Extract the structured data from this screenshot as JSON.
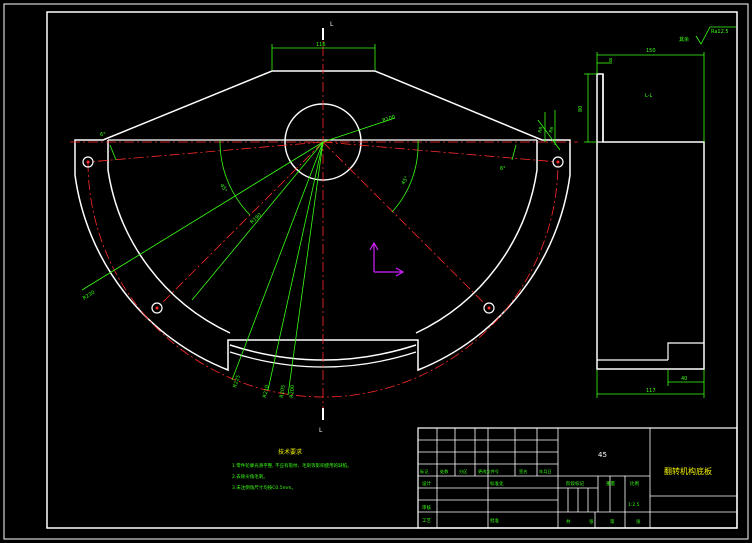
{
  "drawing": {
    "section_mark_top": "L",
    "section_mark_bottom": "L",
    "width_top": "116",
    "radius_label": "R100",
    "angle_small_left": "6°",
    "angle_small_right": "6°",
    "angle_left_big": "45°",
    "angle_right_big": "45°",
    "radius_r190": "R190",
    "radius_r230": "R230",
    "dims_fan": [
      "R225",
      "R210",
      "R205",
      "R200"
    ],
    "small_right_dims": [
      "R8",
      "R6"
    ],
    "roughness": "Ra12.5",
    "other_label": "其余",
    "side_top_width": "150",
    "side_small_dim": "8",
    "side_height": "80",
    "side_section_label": "L-L",
    "side_bottom_width": "117",
    "side_step": "40"
  },
  "notes": {
    "title": "技术要求",
    "lines": [
      "1.零件轮廓光滑平整, 不应有裂纹、毛刺等影响使用的缺陷。",
      "2.去除尖角毛刺。",
      "3.未注倒角尺寸均按C0.5mm。"
    ]
  },
  "title_block": {
    "material": "45",
    "part_name": "翻转机构底板",
    "row_labels": [
      "标记",
      "处数",
      "分区",
      "更改文件号",
      "签名",
      "年月日"
    ],
    "design_label": "设计",
    "standardize_label": "标准化",
    "review_label": "审核",
    "process_label": "工艺",
    "approve_label": "批准",
    "stage_label": "阶段标记",
    "weight_label": "重量",
    "scale_label": "比例",
    "scale_value": "1:2.5",
    "sheets": [
      "共",
      "张",
      "第",
      "张"
    ]
  }
}
